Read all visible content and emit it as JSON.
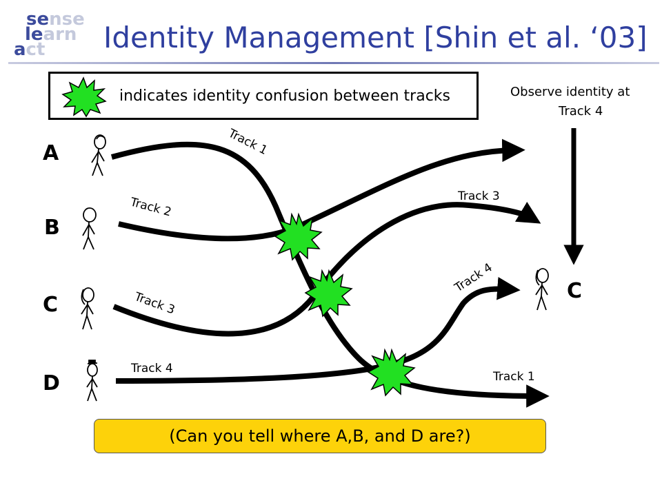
{
  "logo": {
    "line1_dark": "se",
    "line1_light": "nse",
    "line2_dark": "le",
    "line2_light": "arn",
    "line3_dark": "a",
    "line3_light": "ct"
  },
  "title": "Identity Management [Shin et al. ‘03]",
  "legend": {
    "text": "indicates identity confusion between tracks",
    "icon": "star-burst-icon",
    "icon_color": "#22e022"
  },
  "observe": {
    "line1": "Observe identity at",
    "line2": "Track 4"
  },
  "people": [
    {
      "letter": "A"
    },
    {
      "letter": "B"
    },
    {
      "letter": "C"
    },
    {
      "letter": "D"
    }
  ],
  "observed_person": {
    "letter": "C"
  },
  "track_labels": {
    "left_1": "Track 1",
    "left_2": "Track 2",
    "left_3": "Track 3",
    "left_4": "Track 4",
    "right_3": "Track 3",
    "right_4": "Track 4",
    "right_1": "Track 1"
  },
  "caption": "(Can you tell where A,B, and D are?)",
  "colors": {
    "title": "#2f3f9f",
    "caption_bg": "#fdd20a",
    "burst": "#22e022"
  }
}
